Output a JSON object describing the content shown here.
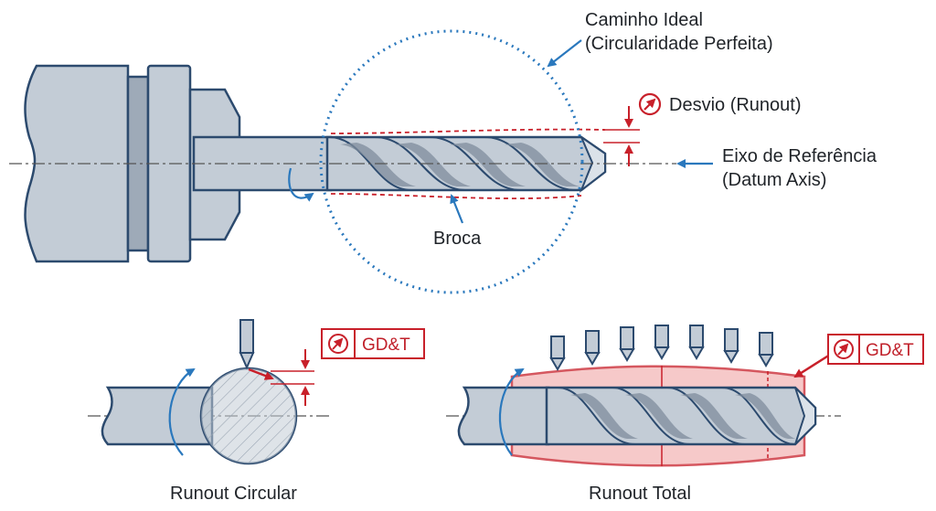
{
  "labels": {
    "ideal_path_line1": "Caminho Ideal",
    "ideal_path_line2": "(Circularidade Perfeita)",
    "deviation": "Desvio (Runout)",
    "datum_line1": "Eixo de Referência",
    "datum_line2": "(Datum Axis)",
    "drill": "Broca",
    "gdt_left": "GD&T",
    "gdt_right": "GD&T",
    "circular_title": "Runout Circular",
    "total_title": "Runout Total"
  },
  "icons": {
    "runout_symbol": "circle-with-diagonal-arrow",
    "indicator_probe": "dial-indicator-stylus"
  },
  "colors": {
    "metal": "#c3ccd6",
    "outline": "#2c4a6e",
    "accent_blue": "#2a78bd",
    "gdt_red": "#c8202a",
    "envelope_fill": "#f3b7b7"
  }
}
